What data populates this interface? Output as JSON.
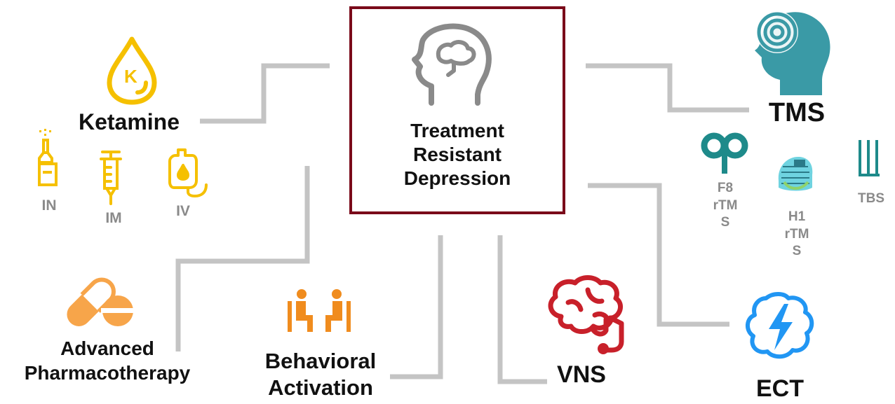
{
  "center": {
    "title_line1": "Treatment",
    "title_line2": "Resistant",
    "title_line3": "Depression",
    "border_color": "#7a0a1a"
  },
  "nodes": {
    "ketamine": {
      "label": "Ketamine",
      "color": "#f5c000",
      "routes": [
        {
          "label": "IN"
        },
        {
          "label": "IM"
        },
        {
          "label": "IV"
        }
      ]
    },
    "pharmacotherapy": {
      "label_line1": "Advanced",
      "label_line2": "Pharmacotherapy",
      "color": "#f7a54a"
    },
    "behavioral": {
      "label_line1": "Behavioral",
      "label_line2": "Activation",
      "color": "#f08c1e"
    },
    "vns": {
      "label": "VNS",
      "color": "#c8202a"
    },
    "ect": {
      "label": "ECT",
      "color": "#2196f3"
    },
    "tms": {
      "label": "TMS",
      "color": "#3a9aa6",
      "subtypes": [
        {
          "line1": "F8",
          "line2": "rTM",
          "line3": "S"
        },
        {
          "line1": "H1",
          "line2": "rTM",
          "line3": "S"
        },
        {
          "line1": "TBS"
        }
      ]
    }
  },
  "connector_color": "#c4c4c4",
  "icons": [
    "head-brain-icon",
    "ketamine-drop-icon",
    "nasal-spray-icon",
    "syringe-icon",
    "iv-bag-icon",
    "pill-capsule-icon",
    "people-sitting-icon",
    "brain-icon",
    "lightning-brain-icon",
    "head-signal-icon",
    "figure8-coil-icon",
    "h-coil-icon",
    "tbs-comb-icon"
  ]
}
